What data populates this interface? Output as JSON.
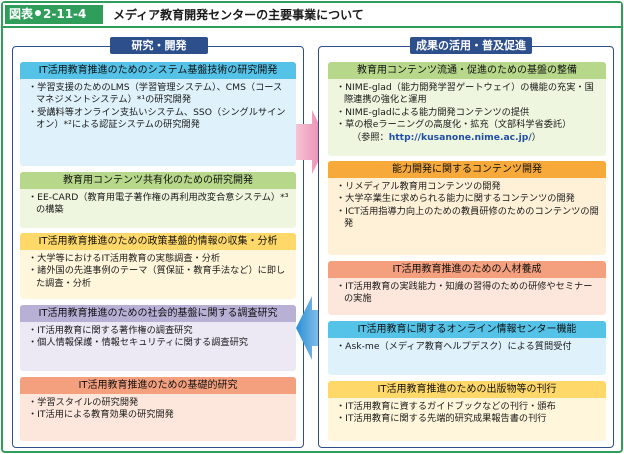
{
  "header": {
    "fig_prefix": "図表",
    "fig_number": "2-11-4",
    "title": "メディア教育開発センターの主要事業について"
  },
  "left": {
    "heading": "研究・開発",
    "boxes": [
      {
        "title": "IT活用教育推進のためのシステム基盤技術の研究開発",
        "items": [
          "・学習支援のためのLMS（学習管理システム）、CMS（コースマネジメントシステム）*¹の研究開発",
          "・受講料等オンライン支払いシステム、SSO（シングルサインオン）*²による認証システムの研究開発"
        ]
      },
      {
        "title": "教育用コンテンツ共有化のための研究開発",
        "items": [
          "・EE-CARD（教育用電子著作権の再利用改変合意システム）*³の構築"
        ]
      },
      {
        "title": "IT活用教育推進のための政策基盤的情報の収集・分析",
        "items": [
          "・大学等におけるIT活用教育の実態調査・分析",
          "・諸外国の先進事例のテーマ（質保証・教育手法など）に即した調査・分析"
        ]
      },
      {
        "title": "IT活用教育推進のための社会的基盤に関する調査研究",
        "items": [
          "・IT活用教育に関する著作権の調査研究",
          "・個人情報保護・情報セキュリティに関する調査研究"
        ]
      },
      {
        "title": "IT活用教育推進のための基礎的研究",
        "items": [
          "・学習スタイルの研究開発",
          "・IT活用による教育効果の研究開発"
        ]
      }
    ]
  },
  "right": {
    "heading": "成果の活用・普及促進",
    "boxes": [
      {
        "title": "教育用コンテンツ流通・促進のための基盤の整備",
        "items": [
          "・NIME-glad（能力開発学習ゲートウェイ）の機能の充実・国際連携の強化と運用",
          "・NIME-gladによる能力開発コンテンツの提供",
          "・草の根eラーニングの高度化・拡充（文部科学省委託）"
        ],
        "link_prefix": "（参照：",
        "link_url": "http://kusanone.nime.ac.jp/",
        "link_suffix": "）"
      },
      {
        "title": "能力開発に関するコンテンツ開発",
        "items": [
          "・リメディアル教育用コンテンツの開発",
          "・大学卒業生に求められる能力に関するコンテンツの開発",
          "・ICT活用指導力向上のための教員研修のためのコンテンツの開発"
        ]
      },
      {
        "title": "IT活用教育推進のための人材養成",
        "items": [
          "・IT活用教育の実践能力・知識の習得のための研修やセミナーの実施"
        ]
      },
      {
        "title": "IT活用教育に関するオンライン情報センター機能",
        "items": [
          "・Ask-me（メディア教育ヘルプデスク）による質問受付"
        ]
      },
      {
        "title": "IT活用教育推進のための出版物等の刊行",
        "items": [
          "・IT活用教育に資するガイドブックなどの刊行・頒布",
          "・IT活用教育に関する先端的研究成果報告書の刊行"
        ]
      }
    ]
  },
  "colors": {
    "frame_green": "#2f9e5b",
    "column_navy": "#2d4f8c",
    "arrow_pink": "#e97fa8",
    "arrow_blue": "#2b8fd6"
  }
}
